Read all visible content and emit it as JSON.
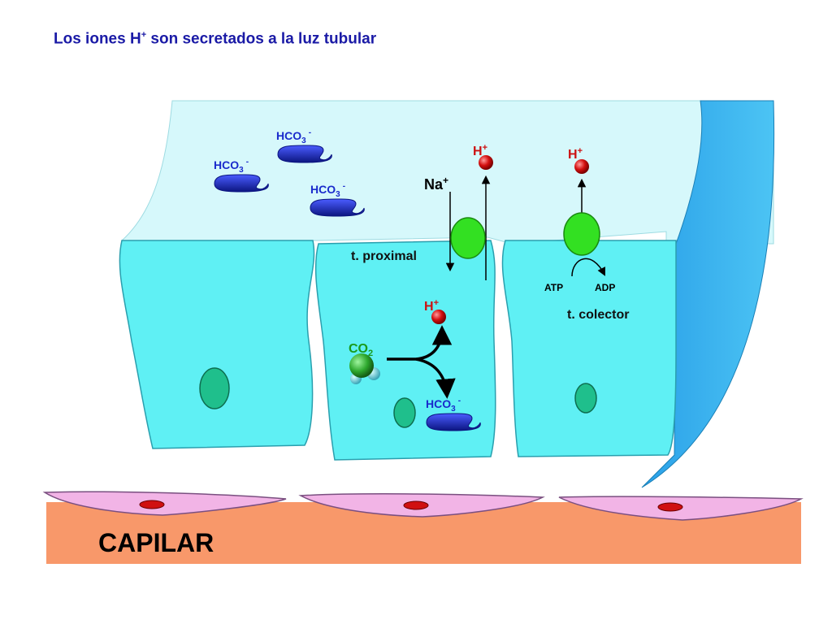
{
  "title": {
    "main": "Los iones H",
    "sup": "+",
    "rest": " son secretados a la luz tubular"
  },
  "labels": {
    "hco3": "HCO",
    "hco3_sub": "3",
    "hco3_sup": "-",
    "h": "H",
    "h_sup": "+",
    "na": "Na",
    "na_sup": "+",
    "proximal": "t. proximal",
    "colector": "t. colector",
    "atp": "ATP",
    "adp": "ADP",
    "co2": "CO",
    "co2_sub": "2",
    "capilar": "CAPILAR"
  },
  "colors": {
    "lumen": "#d6f8fb",
    "cell": "#5ff0f4",
    "wall": "#3ab4f0",
    "bicarbonate": "#1a2bcc",
    "proton": "#d01010",
    "transporter": "#33e022",
    "nucleus": "#1fbf8c",
    "capillary": "#f8986a",
    "endothelium": "#f2b4e6",
    "co2": "#2bae2b",
    "title": "#1a1aa6",
    "red_text": "#cc1111"
  }
}
